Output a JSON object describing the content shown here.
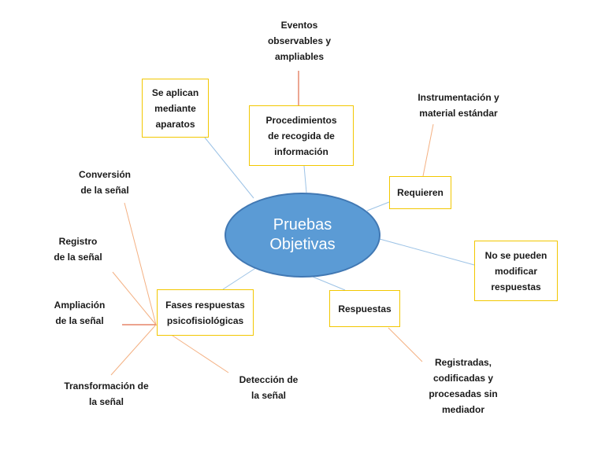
{
  "center": {
    "title": "Pruebas\nObjetivas"
  },
  "boxes": {
    "aparatos": "Se aplican\nmediante\naparatos",
    "procedimientos": "Procedimientos\nde recogida de\ninformación",
    "requieren": "Requieren",
    "no_modificar": "No se pueden\nmodificar\nrespuestas",
    "respuestas": "Respuestas",
    "fases": "Fases respuestas\npsicofisiológicas"
  },
  "labels": {
    "eventos": "Eventos\nobservables y\nampliables",
    "instrumentacion": "Instrumentación y\nmaterial estándar",
    "conversion": "Conversión\nde la señal",
    "registro": "Registro\nde la señal",
    "ampliacion": "Ampliación\nde la señal",
    "transformacion": "Transformación de\nla señal",
    "deteccion": "Detección de\nla señal",
    "registradas": "Registradas,\ncodificadas y\nprocesadas sin\nmediador"
  },
  "colors": {
    "blue_line": "#9dc3e6",
    "orange_line": "#f4b183",
    "red_line": "#e06c4a",
    "box_border": "#f2c700",
    "ellipse_fill": "#5b9bd5"
  }
}
